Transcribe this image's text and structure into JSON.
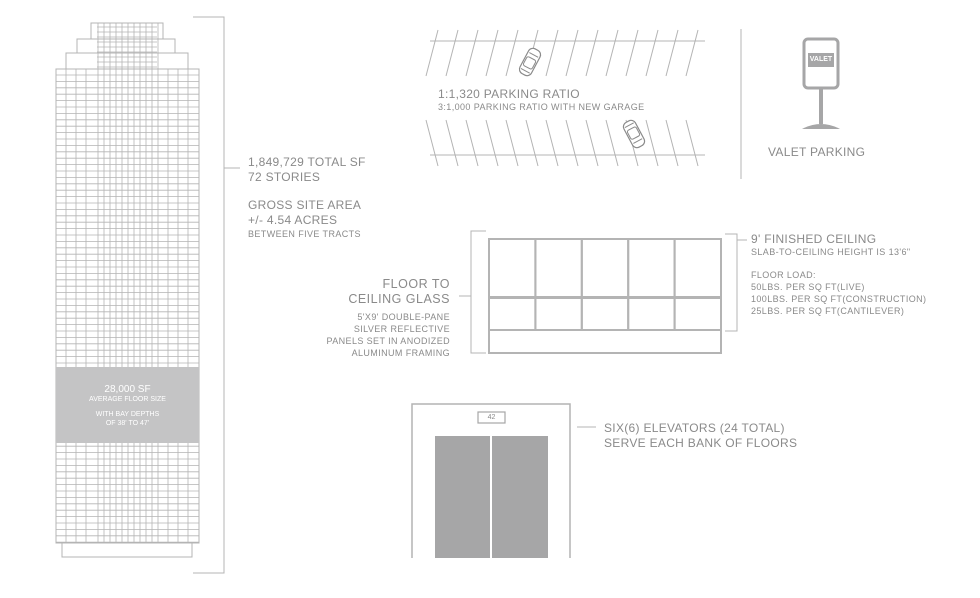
{
  "building": {
    "total_sf": "1,849,729 TOTAL SF",
    "stories": "72 STORIES",
    "site_area_title": "GROSS SITE AREA",
    "site_area_value": "+/- 4.54 ACRES",
    "site_area_note": "BETWEEN FIVE TRACTS",
    "floor_size": "28,000 SF",
    "floor_size_label": "AVERAGE FLOOR SIZE",
    "bay_line1": "WITH BAY DEPTHS",
    "bay_line2": "OF 38' TO 47'"
  },
  "parking": {
    "ratio": "1:1,320 PARKING RATIO",
    "ratio_new": "3:1,000 PARKING RATIO WITH NEW GARAGE",
    "valet_sign": "VALET",
    "valet_label": "VALET PARKING"
  },
  "glass": {
    "title_line1": "FLOOR TO",
    "title_line2": "CEILING GLASS",
    "desc_line1": "5'X9' DOUBLE-PANE",
    "desc_line2": "SILVER REFLECTIVE",
    "desc_line3": "PANELS SET IN ANODIZED",
    "desc_line4": "ALUMINUM FRAMING"
  },
  "ceiling": {
    "title": "9' FINISHED CEILING",
    "subtitle": "SLAB-TO-CEILING HEIGHT IS 13'6\"",
    "load_title": "FLOOR LOAD:",
    "load_live": "50LBS. PER SQ FT(LIVE)",
    "load_construction": "100LBS. PER SQ FT(CONSTRUCTION)",
    "load_cantilever": "25LBS. PER SQ FT(CANTILEVER)"
  },
  "elevators": {
    "floor_indicator": "42",
    "line1": "SIX(6) ELEVATORS (24 TOTAL)",
    "line2": "SERVE EACH BANK OF FLOORS"
  },
  "colors": {
    "line": "#b4b4b4",
    "text": "#8a8a8a",
    "fill_dark": "#a6a6a7",
    "fill_light": "#c4c4c5"
  }
}
